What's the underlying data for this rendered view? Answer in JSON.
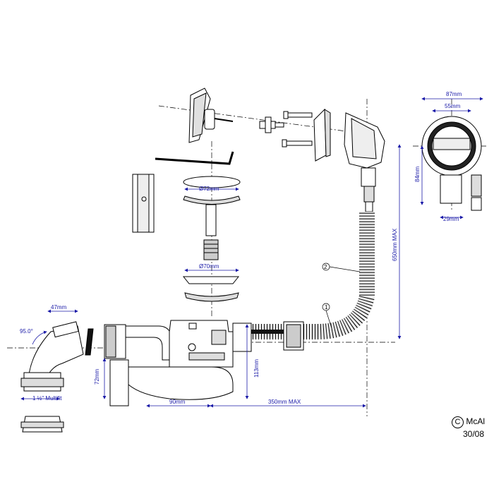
{
  "dimensions": {
    "d47": "47mm",
    "angle": "95.0°",
    "multifit": "1 ½\" Multifit",
    "d72v": "72mm",
    "d90": "90mm",
    "d350": "350mm MAX",
    "d113": "113mm",
    "d650": "650mm MAX",
    "dia72": "Ø72mm",
    "dia70": "Ø70mm",
    "d87": "87mm",
    "d55": "55mm",
    "d84": "84mm",
    "d29": "29mm"
  },
  "callouts": {
    "c1": "1",
    "c2": "2"
  },
  "copyright": {
    "symbol": "C",
    "line1": "McAl",
    "line2": "30/08"
  },
  "colors": {
    "dimension": "#1a1aa8",
    "line": "#000000",
    "fill": "#ffffff",
    "shade": "#cfcfcf"
  }
}
